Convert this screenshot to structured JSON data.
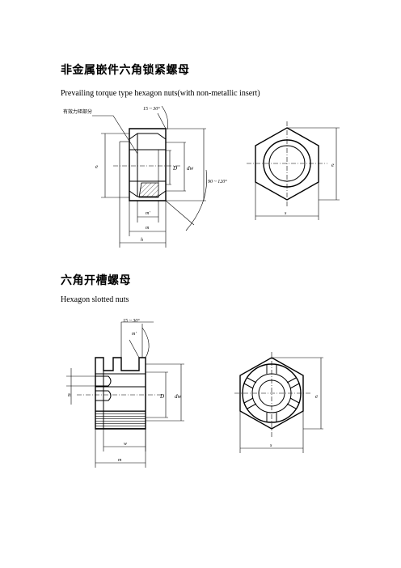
{
  "section1": {
    "title_zh": "非金属嵌件六角锁紧螺母",
    "title_en": "Prevailing torque type hexagon nuts(with non-metallic insert)",
    "labels": {
      "insert_note": "有效力矩部分",
      "angle_top": "15 ~ 30°",
      "angle_bottom": "90 ~ 120°",
      "e": "e",
      "D": "D",
      "dw": "dw",
      "m_prime": "m'",
      "m": "m",
      "h": "h",
      "s": "s",
      "e_right": "e"
    }
  },
  "section2": {
    "title_zh": "六角开槽螺母",
    "title_en": "Hexagon slotted nuts",
    "labels": {
      "angle_top": "15 ~ 30°",
      "m_prime": "m'",
      "n": "n",
      "D": "D",
      "dw": "dw",
      "w": "w",
      "m": "m",
      "s": "s",
      "e": "e"
    }
  }
}
